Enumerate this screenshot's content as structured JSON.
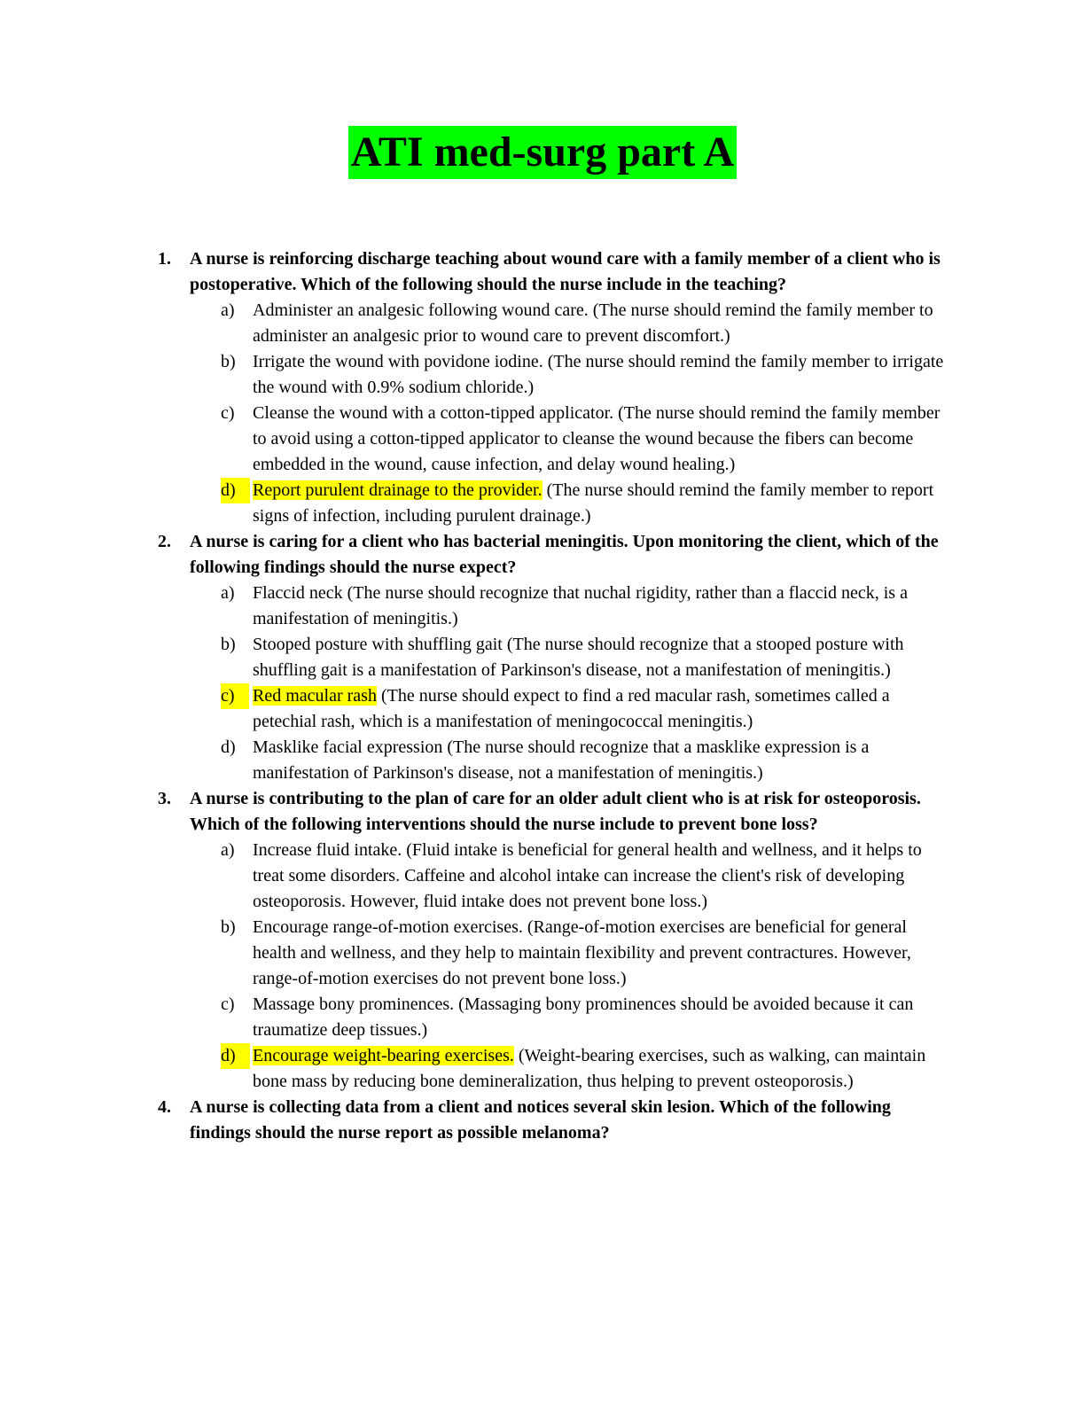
{
  "title": "ATI med-surg part A",
  "highlight_colors": {
    "title": "#00ff00",
    "answer": "#ffff00"
  },
  "questions": [
    {
      "number": "1.",
      "text": "A nurse is reinforcing discharge teaching about wound care with a family member of a client who is postoperative. Which of the following should the nurse include in the teaching?",
      "options": [
        {
          "letter": "a)",
          "answer": "Administer an analgesic following wound care.",
          "rationale": " (The nurse should remind the family member to administer an analgesic prior to wound care to prevent discomfort.)",
          "correct": false
        },
        {
          "letter": "b)",
          "answer": "Irrigate the wound with povidone iodine.",
          "rationale": " (The nurse should remind the family member to irrigate the wound with 0.9% sodium chloride.)",
          "correct": false
        },
        {
          "letter": "c)",
          "answer": "Cleanse the wound with a cotton-tipped applicator.",
          "rationale": " (The nurse should remind the family member to avoid using a cotton-tipped applicator to cleanse the wound because the fibers can become embedded in the wound, cause infection, and delay wound healing.)",
          "correct": false
        },
        {
          "letter": "d)",
          "answer": "Report purulent drainage to the provider.",
          "rationale": " (The nurse should remind the family member to report signs of infection, including purulent drainage.)",
          "correct": true
        }
      ]
    },
    {
      "number": "2.",
      "text": "A nurse is caring for a client who has bacterial meningitis. Upon monitoring the client, which of the following findings should the nurse expect?",
      "options": [
        {
          "letter": "a)",
          "answer": "Flaccid neck",
          "rationale": " (The nurse should recognize that nuchal rigidity, rather than a flaccid neck, is a manifestation of meningitis.)",
          "correct": false
        },
        {
          "letter": "b)",
          "answer": "Stooped posture with shuffling gait",
          "rationale": " (The nurse should recognize that a stooped posture with shuffling gait is a manifestation of Parkinson's disease, not a manifestation of meningitis.)",
          "correct": false
        },
        {
          "letter": "c)",
          "answer": "Red macular rash",
          "rationale": " (The nurse should expect to find a red macular rash, sometimes called a petechial rash, which is a manifestation of meningococcal meningitis.)",
          "correct": true
        },
        {
          "letter": "d)",
          "answer": "Masklike facial expression",
          "rationale": " (The nurse should recognize that a masklike expression is a manifestation of Parkinson's disease, not a manifestation of meningitis.)",
          "correct": false
        }
      ]
    },
    {
      "number": "3.",
      "text": "A nurse is contributing to the plan of care for an older adult client who is at risk for osteoporosis. Which of the following interventions should the nurse include to prevent bone loss?",
      "options": [
        {
          "letter": "a)",
          "answer": "Increase fluid intake.",
          "rationale": " (Fluid intake is beneficial for general health and wellness, and it helps to treat some disorders. Caffeine and alcohol intake can increase the client's risk of developing osteoporosis. However, fluid intake does not prevent bone loss.)",
          "correct": false
        },
        {
          "letter": "b)",
          "answer": "Encourage range-of-motion exercises.",
          "rationale": " (Range-of-motion exercises are beneficial for general health and wellness, and they help to maintain flexibility and prevent contractures. However, range-of-motion exercises do not prevent bone loss.)",
          "correct": false
        },
        {
          "letter": "c)",
          "answer": "Massage bony prominences.",
          "rationale": " (Massaging bony prominences should be avoided because it can traumatize deep tissues.)",
          "correct": false
        },
        {
          "letter": "d)",
          "answer": "Encourage weight-bearing exercises.",
          "rationale": " (Weight-bearing exercises, such as walking, can maintain bone mass by reducing bone demineralization, thus helping to prevent osteoporosis.)",
          "correct": true
        }
      ]
    },
    {
      "number": "4.",
      "text": "A nurse is collecting data from a client and notices several skin lesion. Which of the following findings should the nurse report as possible melanoma?",
      "options": []
    }
  ]
}
